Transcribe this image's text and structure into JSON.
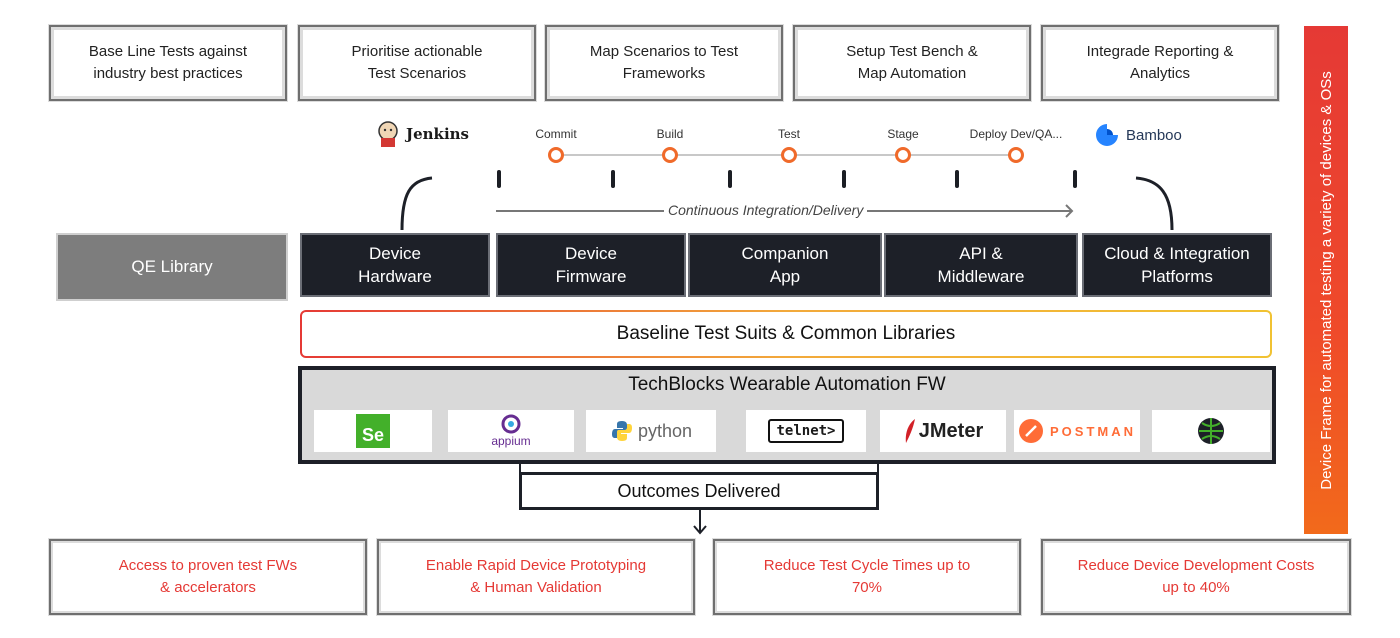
{
  "steps": [
    "Base Line Tests against\nindustry best practices",
    "Prioritise actionable\nTest Scenarios",
    "Map Scenarios to Test\nFrameworks",
    "Setup Test Bench &\nMap Automation",
    "Integrade Reporting &\nAnalytics"
  ],
  "side_banner": "Device Frame for automated testing a variety of devices & OSs",
  "pipeline": {
    "start_tool": "Jenkins",
    "end_tool": "Bamboo",
    "stages": [
      "Commit",
      "Build",
      "Test",
      "Stage",
      "Deploy Dev/QA..."
    ],
    "ci_label": "Continuous Integration/Delivery"
  },
  "qe_library": "QE Library",
  "layers": [
    "Device\nHardware",
    "Device\nFirmware",
    "Companion\nApp",
    "API &\nMiddleware",
    "Cloud & Integration\nPlatforms"
  ],
  "baseline": "Baseline Test Suits & Common Libraries",
  "automation": {
    "title": "TechBlocks Wearable Automation FW",
    "tools": [
      "Se",
      "appium",
      "python",
      "telnet>",
      "JMeter",
      "POSTMAN",
      "globe"
    ]
  },
  "outcomes_title": "Outcomes Delivered",
  "outcomes": [
    "Access to proven test FWs\n& accelerators",
    "Enable Rapid Device Prototyping\n& Human Validation",
    "Reduce Test Cycle Times up to\n70%",
    "Reduce Device Development Costs\nup to 40%"
  ],
  "colors": {
    "accent": "#e53935",
    "dark_box": "#1d2028",
    "stage_dot": "#f06a2a",
    "qe_box": "#7d7d7d"
  }
}
